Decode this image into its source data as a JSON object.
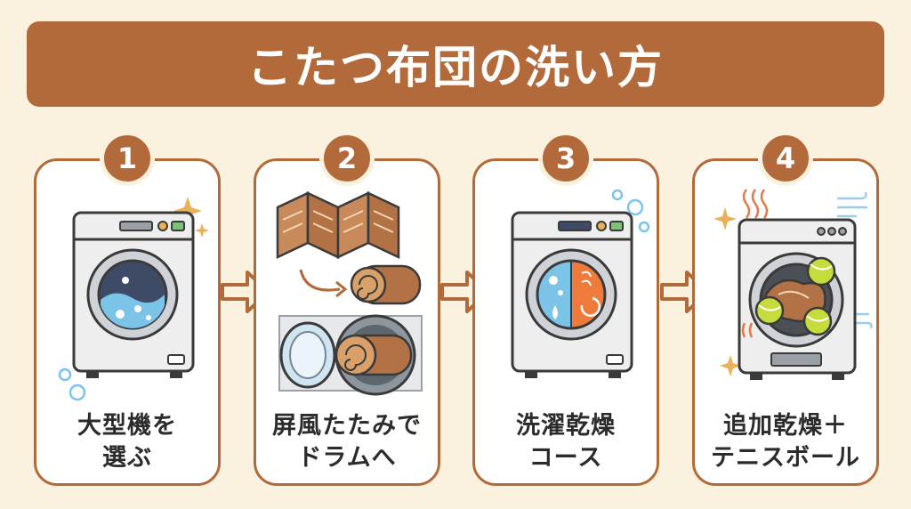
{
  "title": "こたつ布団の洗い方",
  "colors": {
    "brand": "#b36a3b",
    "background": "#fbf1df",
    "text": "#2b2b2b"
  },
  "steps": [
    {
      "number": "1",
      "line1": "大型機を",
      "line2": "選ぶ"
    },
    {
      "number": "2",
      "line1": "屏風たたみで",
      "line2": "ドラムへ"
    },
    {
      "number": "3",
      "line1": "洗濯乾燥",
      "line2": "コース"
    },
    {
      "number": "4",
      "line1": "追加乾燥＋",
      "line2": "テニスボール"
    }
  ]
}
